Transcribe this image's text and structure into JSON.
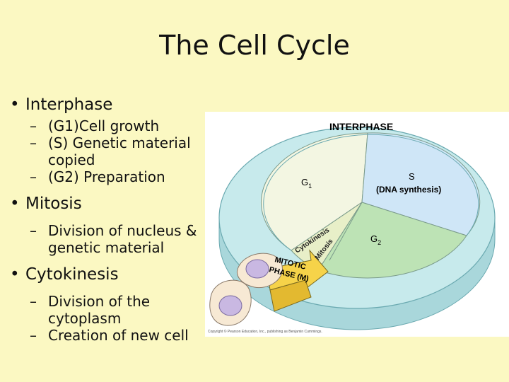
{
  "title": "The Cell Cycle",
  "bullets": [
    {
      "label": "Interphase",
      "subs": [
        "(G1)Cell growth",
        "(S) Genetic material copied",
        "(G2) Preparation"
      ]
    },
    {
      "label": "Mitosis",
      "subs": [
        "Division of nucleus & genetic material"
      ]
    },
    {
      "label": "Cytokinesis",
      "subs": [
        "Division of the cytoplasm",
        "Creation of new cell"
      ]
    }
  ],
  "diagram": {
    "ring_label": "INTERPHASE",
    "g1": "G",
    "g1_sub": "1",
    "s": "S",
    "s_desc": "(DNA synthesis)",
    "g2": "G",
    "g2_sub": "2",
    "cytokinesis": "Cytokinesis",
    "mitosis": "Mitosis",
    "mitotic_1": "MITOTIC",
    "mitotic_2": "PHASE (M)",
    "copyright": "Copyright © Pearson Education, Inc., publishing as Benjamin Cummings.",
    "colors": {
      "g1": "#f3f6e2",
      "s": "#cfe6f7",
      "g2": "#bde3b5",
      "ring": "#c7eaec",
      "arrow": "#f6d349",
      "cell": "#f7e9d4",
      "nucleus": "#c9b8e2"
    }
  }
}
